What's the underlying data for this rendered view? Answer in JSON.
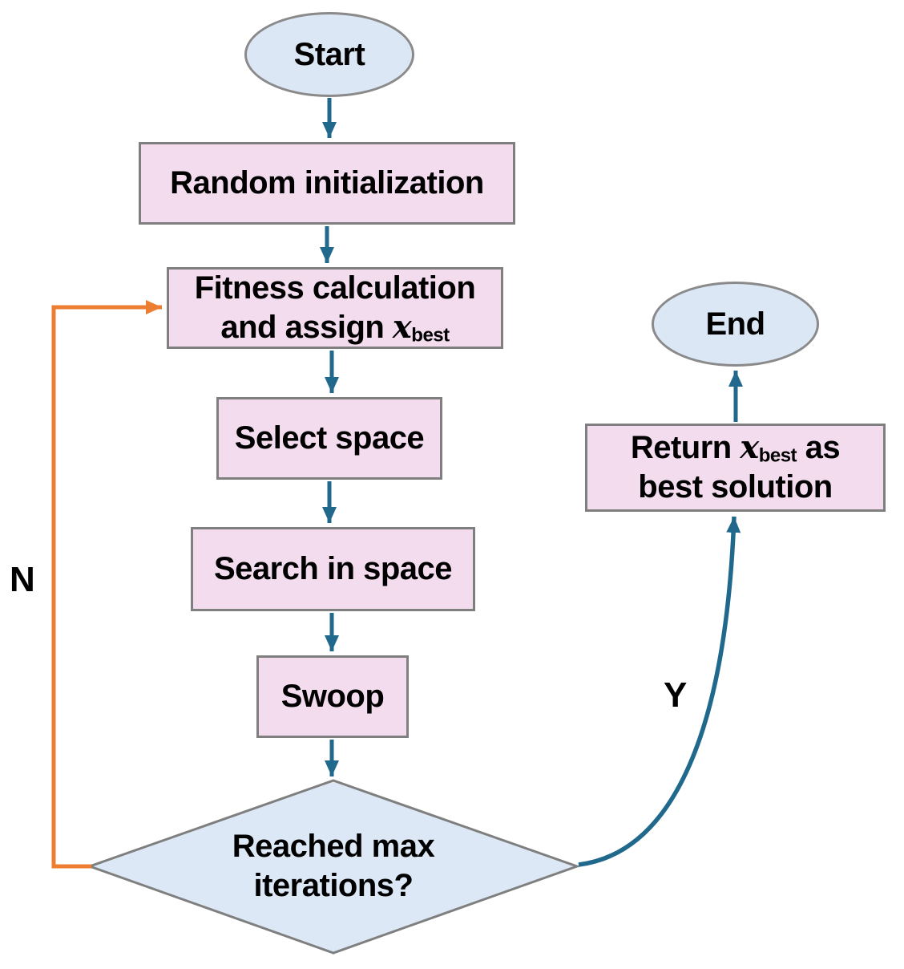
{
  "diagram": {
    "title_hint": "Flowchart of optimization algorithm (bald-eagle-search style)",
    "colors": {
      "arrow": "#21698c",
      "loop_arrow": "#ed7d31",
      "process_fill": "#f2dcee",
      "terminal_fill": "#dbe7f4",
      "decision_fill": "#dce8f5",
      "border": "#7f7f7f",
      "terminal_border": "#8a8a8a",
      "text": "#000000"
    },
    "nodes": {
      "start": {
        "label": "Start"
      },
      "random_init": {
        "label": "Random initialization"
      },
      "fitness": {
        "line1": "Fitness calculation",
        "line2_prefix": "and assign ",
        "var_name": "x",
        "var_sub": "best"
      },
      "select_space": {
        "label": "Select space"
      },
      "search_space": {
        "label": "Search in space"
      },
      "swoop": {
        "label": "Swoop"
      },
      "decision": {
        "line1": "Reached max",
        "line2": "iterations?"
      },
      "return_best": {
        "line1_prefix": "Return ",
        "var_name": "x",
        "var_sub": "best",
        "line1_suffix": " as",
        "line2": "best solution"
      },
      "end": {
        "label": "End"
      }
    },
    "edge_labels": {
      "no": "N",
      "yes": "Y"
    }
  }
}
